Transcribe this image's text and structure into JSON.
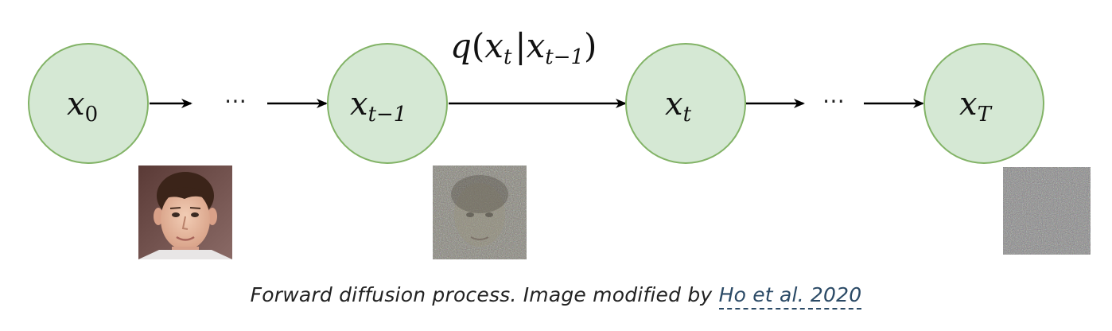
{
  "nodes": [
    {
      "id": "x0",
      "base": "x",
      "sub": "0"
    },
    {
      "id": "xt-1",
      "base": "x",
      "sub": "t−1"
    },
    {
      "id": "xt",
      "base": "x",
      "sub": "t"
    },
    {
      "id": "xT",
      "base": "x",
      "sub": "T"
    }
  ],
  "transition": {
    "q": "q",
    "x1": "x",
    "x1_sub": "t",
    "bar": "|",
    "x2": "x",
    "x2_sub": "t−1"
  },
  "ellipsis": "⋯",
  "images": [
    {
      "label": "face-image",
      "noise_level": 0
    },
    {
      "label": "noisy-face-image",
      "noise_level": 0.7
    },
    {
      "label": "pure-noise-image",
      "noise_level": 1
    }
  ],
  "caption": {
    "text": "Forward diffusion process. Image modified by ",
    "link": "Ho et al. 2020"
  },
  "colors": {
    "node_fill": "#d5e8d4",
    "node_stroke": "#82b366"
  }
}
